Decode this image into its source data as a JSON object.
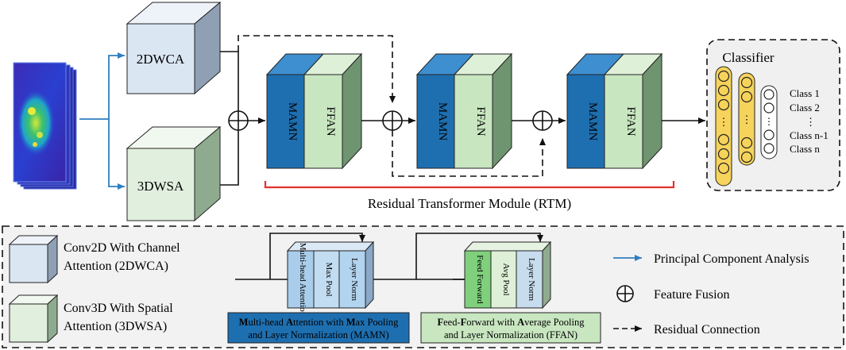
{
  "colors": {
    "blue_arrow": "#2f7fc1",
    "red_bracket": "#e0332e",
    "mamn_front": "#1e6fb0",
    "mamn_top": "#3d8fd0",
    "ffan_front": "#c8e6c0",
    "ffan_top": "#dff0d8",
    "side_green": "#6f9470",
    "wca_front": "#dbe6f3",
    "wsa_front": "#e1f0de",
    "classifier_bg": "#f0f0f0",
    "neuron_fill": "#f6d35a",
    "legend_bg": "#f2f2f2"
  },
  "input_image": {
    "description_icon": "hyperspectral-cube-icon"
  },
  "blocks": {
    "wca": "2DWCA",
    "wsa": "3DWSA",
    "mamn": "MAMN",
    "ffan": "FFAN"
  },
  "rtm_label": "Residual Transformer Module (RTM)",
  "classifier": {
    "title": "Classifier",
    "classes": [
      "Class 1",
      "Class 2",
      "Class n-1",
      "Class n"
    ]
  },
  "legend": {
    "wca_line1": "Conv2D With Channel",
    "wca_line2": "Attention (2DWCA)",
    "wsa_line1": "Conv3D With Spatial",
    "wsa_line2": "Attention (3DWSA)",
    "mamn_layers": [
      "Multi-head Attention",
      "Max Pool",
      "Layer Norm"
    ],
    "ffan_layers": [
      "Feed Forward",
      "Avg Pool",
      "Layer Norm"
    ],
    "mamn_caption": {
      "line1_parts": [
        {
          "t": "M",
          "b": true
        },
        {
          "t": "ulti-head ",
          "b": false
        },
        {
          "t": "A",
          "b": true
        },
        {
          "t": "ttention with ",
          "b": false
        },
        {
          "t": "M",
          "b": true
        },
        {
          "t": "ax Pooling",
          "b": false
        }
      ],
      "line2": "and Layer Normalization (MAMN)"
    },
    "ffan_caption": {
      "line1_parts": [
        {
          "t": "F",
          "b": true
        },
        {
          "t": "eed-",
          "b": false
        },
        {
          "t": "F",
          "b": true
        },
        {
          "t": "orward with ",
          "b": false
        },
        {
          "t": "A",
          "b": true
        },
        {
          "t": "verage Pooling",
          "b": false
        }
      ],
      "line2": "and Layer Normalization (FFAN)"
    },
    "pca": "Principal Component Analysis",
    "fusion": "Feature Fusion",
    "residual": "Residual Connection"
  }
}
